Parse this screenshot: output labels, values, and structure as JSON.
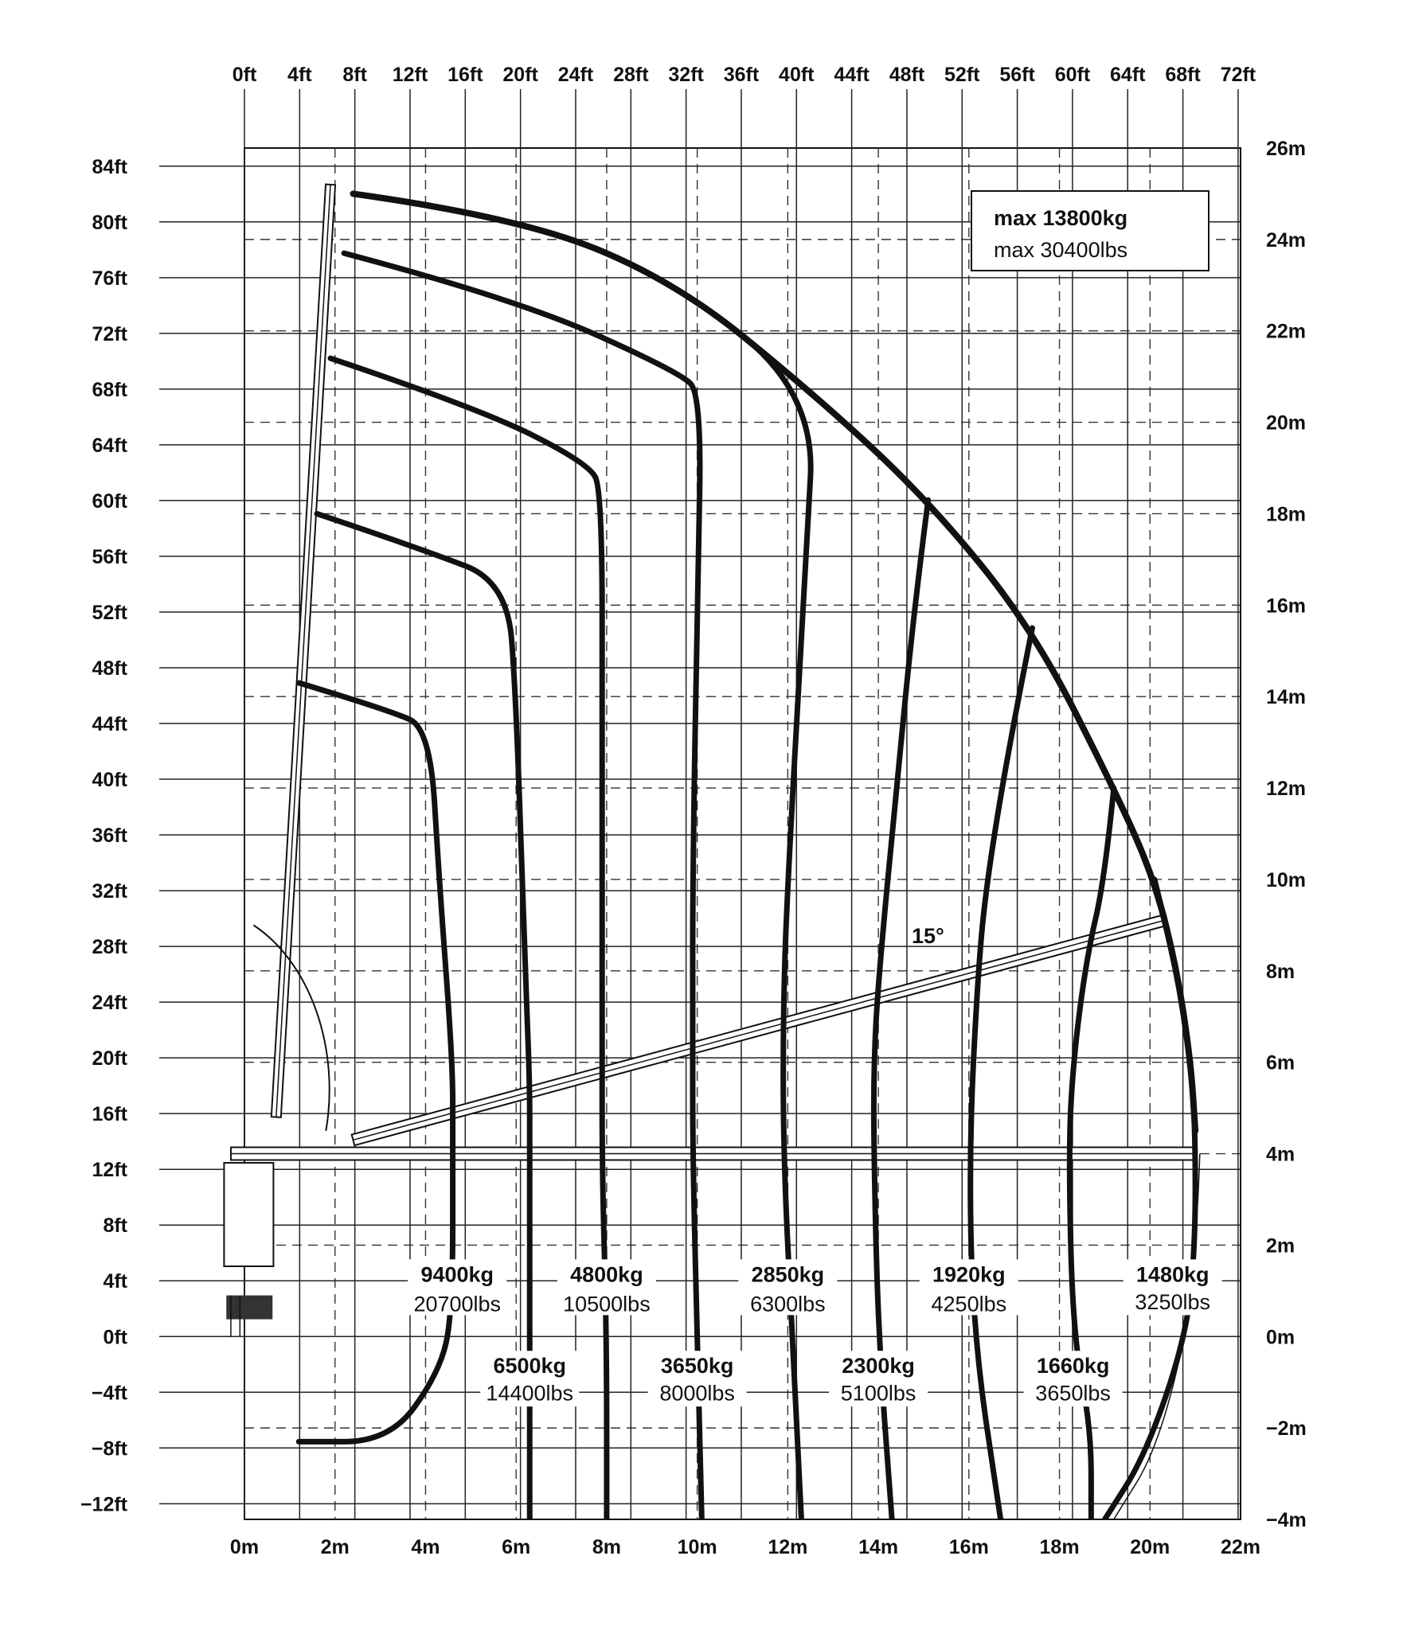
{
  "chart_data": {
    "type": "line",
    "title": "",
    "top_axis": {
      "unit": "ft",
      "tick_labels": [
        "0ft",
        "4ft",
        "8ft",
        "12ft",
        "16ft",
        "20ft",
        "24ft",
        "28ft",
        "32ft",
        "36ft",
        "40ft",
        "44ft",
        "48ft",
        "52ft",
        "56ft",
        "60ft",
        "64ft",
        "68ft",
        "72ft"
      ]
    },
    "bottom_axis": {
      "unit": "m",
      "range": [
        0,
        22
      ],
      "tick_labels": [
        "0m",
        "2m",
        "4m",
        "6m",
        "8m",
        "10m",
        "12m",
        "14m",
        "16m",
        "18m",
        "20m",
        "22m"
      ]
    },
    "left_axis": {
      "unit": "ft",
      "tick_labels": [
        "84ft",
        "80ft",
        "76ft",
        "72ft",
        "68ft",
        "64ft",
        "60ft",
        "56ft",
        "52ft",
        "48ft",
        "44ft",
        "40ft",
        "36ft",
        "32ft",
        "28ft",
        "24ft",
        "20ft",
        "16ft",
        "12ft",
        "8ft",
        "4ft",
        "0ft",
        "−4ft",
        "−8ft",
        "−12ft"
      ]
    },
    "right_axis": {
      "unit": "m",
      "range": [
        -4,
        26
      ],
      "tick_labels": [
        "26m",
        "24m",
        "22m",
        "20m",
        "18m",
        "16m",
        "14m",
        "12m",
        "10m",
        "8m",
        "6m",
        "4m",
        "2m",
        "0m",
        "−2m",
        "−4m"
      ]
    },
    "max_box": {
      "kg": "max 13800kg",
      "lbs": "max 30400lbs"
    },
    "boom_angle_label": "15°",
    "grid": true,
    "series": [
      {
        "kg": "9400kg",
        "lbs": "20700lbs",
        "points": [
          [
            1.2,
            14.3
          ],
          [
            3.2,
            13.7
          ],
          [
            4.1,
            13.3
          ],
          [
            4.3,
            10
          ],
          [
            4.6,
            6
          ],
          [
            4.6,
            4.3
          ],
          [
            4.6,
            0.5
          ],
          [
            4.3,
            -0.8
          ],
          [
            3.2,
            -2.3
          ],
          [
            1.2,
            -2.3
          ]
        ]
      },
      {
        "kg": "6500kg",
        "lbs": "14400lbs",
        "points": [
          [
            1.6,
            18
          ],
          [
            4.0,
            17.2
          ],
          [
            5.8,
            16.5
          ],
          [
            6,
            14
          ],
          [
            6.2,
            8
          ],
          [
            6.3,
            5.6
          ],
          [
            6.3,
            4
          ],
          [
            6.3,
            0
          ],
          [
            6.3,
            -4
          ]
        ]
      },
      {
        "kg": "4800kg",
        "lbs": "10500lbs",
        "points": [
          [
            1.9,
            21.4
          ],
          [
            5.2,
            20.3
          ],
          [
            7.6,
            19.1
          ],
          [
            7.9,
            18.5
          ],
          [
            7.9,
            13
          ],
          [
            7.9,
            6.3
          ],
          [
            7.9,
            3.6
          ],
          [
            8.0,
            0
          ],
          [
            8.0,
            -4
          ]
        ]
      },
      {
        "kg": "3650kg",
        "lbs": "8000lbs",
        "points": [
          [
            2.2,
            23.7
          ],
          [
            6.0,
            22.7
          ],
          [
            9.6,
            21.1
          ],
          [
            10.1,
            20.6
          ],
          [
            10.0,
            16
          ],
          [
            9.9,
            10
          ],
          [
            9.9,
            6.8
          ],
          [
            9.9,
            4
          ],
          [
            10.0,
            0
          ],
          [
            10.1,
            -4
          ]
        ]
      },
      {
        "kg": "2850kg",
        "lbs": "6300lbs",
        "points": [
          [
            2.4,
            25.0
          ],
          [
            6.0,
            24.5
          ],
          [
            9.5,
            23.1
          ],
          [
            12.6,
            20.6
          ],
          [
            12.4,
            17
          ],
          [
            12,
            10
          ],
          [
            11.9,
            7.3
          ],
          [
            11.9,
            4
          ],
          [
            12.1,
            0
          ],
          [
            12.3,
            -4
          ]
        ]
      },
      {
        "kg": "2300kg",
        "lbs": "5100lbs",
        "points": [
          [
            15.1,
            18.3
          ],
          [
            14.8,
            16
          ],
          [
            14.4,
            12
          ],
          [
            14.0,
            7.8
          ],
          [
            13.9,
            6
          ],
          [
            13.9,
            4
          ],
          [
            14.0,
            0
          ],
          [
            14.3,
            -4
          ]
        ]
      },
      {
        "kg": "1920kg",
        "lbs": "4250lbs",
        "points": [
          [
            17.4,
            15.5
          ],
          [
            16.9,
            13
          ],
          [
            16.4,
            10
          ],
          [
            16.2,
            8.0
          ],
          [
            16.0,
            4
          ],
          [
            16.1,
            0
          ],
          [
            16.7,
            -4
          ]
        ]
      },
      {
        "kg": "1660kg",
        "lbs": "3650lbs",
        "points": [
          [
            19.2,
            12.0
          ],
          [
            19.0,
            10
          ],
          [
            18.6,
            8.3
          ],
          [
            18.3,
            6
          ],
          [
            18.2,
            4
          ],
          [
            18.3,
            0
          ],
          [
            18.7,
            -2
          ],
          [
            18.7,
            -4
          ]
        ]
      },
      {
        "kg": "1480kg",
        "lbs": "3250lbs",
        "points": [
          [
            20.1,
            10.0
          ],
          [
            20.6,
            8.0
          ],
          [
            20.9,
            6
          ],
          [
            21.0,
            4.5
          ],
          [
            21.0,
            2
          ],
          [
            20.8,
            0
          ],
          [
            19.9,
            -2.6
          ],
          [
            19.0,
            -4
          ]
        ]
      }
    ],
    "envelope": [
      [
        2.4,
        25.0
      ],
      [
        6.0,
        24.5
      ],
      [
        9.5,
        23.1
      ],
      [
        12.6,
        20.6
      ],
      [
        15.1,
        18.3
      ],
      [
        17.4,
        15.5
      ],
      [
        19.2,
        12.0
      ],
      [
        20.1,
        10.0
      ],
      [
        20.6,
        8.0
      ],
      [
        20.9,
        6
      ],
      [
        21.0,
        4.5
      ]
    ]
  }
}
